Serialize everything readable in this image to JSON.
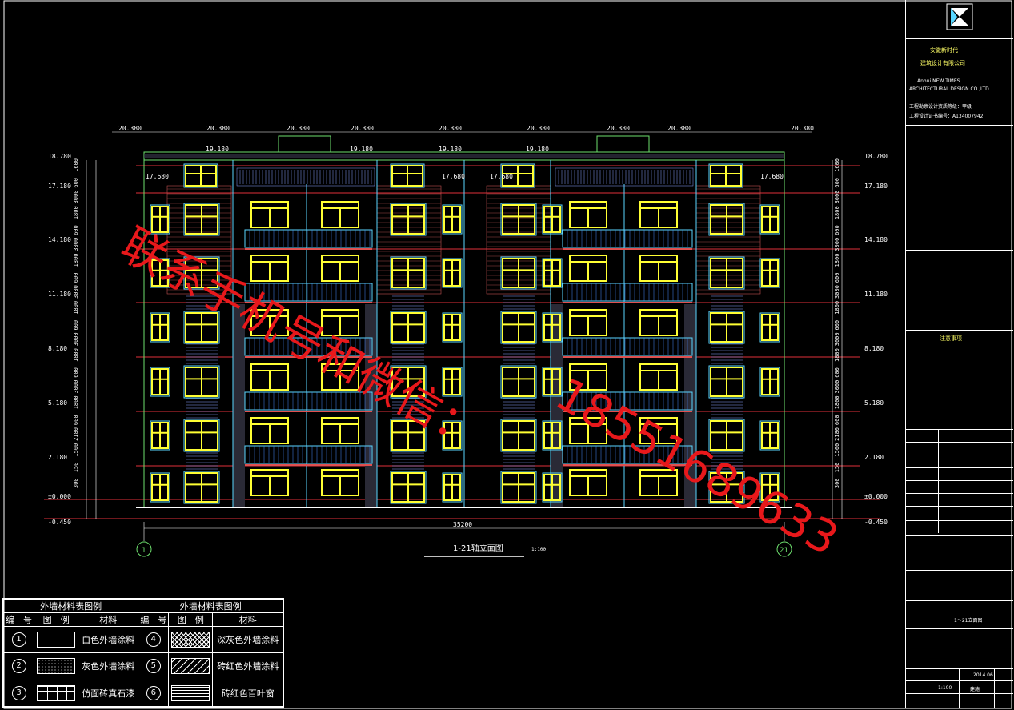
{
  "drawing": {
    "title": "1-21轴立面图",
    "scale": "1:100",
    "overall_dimension": "35200",
    "axis_start": "1",
    "axis_end": "21",
    "top_levels": [
      "20.380",
      "20.380",
      "20.380",
      "20.380",
      "20.380",
      "20.380",
      "20.380",
      "20.380",
      "20.380"
    ],
    "parapet_levels": [
      "19.180",
      "19.180",
      "19.180",
      "19.180"
    ],
    "step_levels": [
      "17.680",
      "17.680",
      "17.680",
      "17.680"
    ],
    "left_levels": [
      "18.780",
      "17.180",
      "14.180",
      "11.180",
      "8.180",
      "5.180",
      "2.180",
      "±0.000",
      "-0.450"
    ],
    "right_levels": [
      "18.780",
      "17.180",
      "14.180",
      "11.180",
      "8.180",
      "5.180",
      "2.180",
      "±0.000",
      "-0.450"
    ],
    "vertical_dims": [
      "1600",
      "600",
      "3000",
      "1800",
      "600",
      "3000",
      "1800",
      "600",
      "3000",
      "1800",
      "600",
      "3000",
      "1800",
      "600",
      "3000",
      "1800",
      "600",
      "2180",
      "1500",
      "150",
      "300"
    ]
  },
  "watermark": {
    "line1": "联系手机号和微信：",
    "line2": "18551689633"
  },
  "legend": {
    "header_left": "外墙材料表图例",
    "header_right": "外墙材料表图例",
    "col_no": "编　号",
    "col_pattern": "图　例",
    "col_material": "材料",
    "items": [
      {
        "no": "1",
        "material": "白色外墙涂料"
      },
      {
        "no": "2",
        "material": "灰色外墙涂料"
      },
      {
        "no": "3",
        "material": "仿面砖真石漆"
      },
      {
        "no": "4",
        "material": "深灰色外墙涂料"
      },
      {
        "no": "5",
        "material": "砖红色外墙涂料"
      },
      {
        "no": "6",
        "material": "砖红色百叶窗"
      }
    ]
  },
  "title_block": {
    "company_cn_1": "安徽新时代",
    "company_cn_2": "建筑设计有限公司",
    "company_en_1": "Anhui NEW TIMES",
    "company_en_2": "ARCHITECTURAL DESIGN CO.,LTD",
    "cert_1": "工程勘察设计资质等级：甲级",
    "cert_2": "工程设计证书编号：A134007942",
    "notes_title": "注意事项",
    "drawing_name": "1～21立面图",
    "date": "2014.06",
    "sheet": "建施",
    "scale": "1:100"
  }
}
